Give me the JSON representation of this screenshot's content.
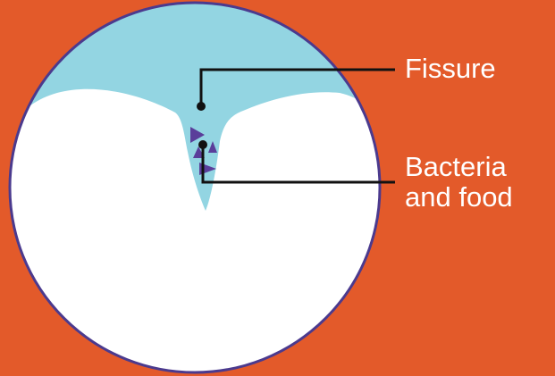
{
  "labels": {
    "fissure": "Fissure",
    "bacteria_line1": "Bacteria",
    "bacteria_line2": "and food"
  },
  "colors": {
    "background": "#E35A2A",
    "fissure_fill": "#93D5E2",
    "tooth": "#FFFFFF",
    "outline": "#4B3A8E",
    "bacteria": "#5A3E9A",
    "leader": "#111111",
    "text": "#FFFFFF"
  },
  "icons": {
    "bacteria_particles": "triangle-icon"
  }
}
